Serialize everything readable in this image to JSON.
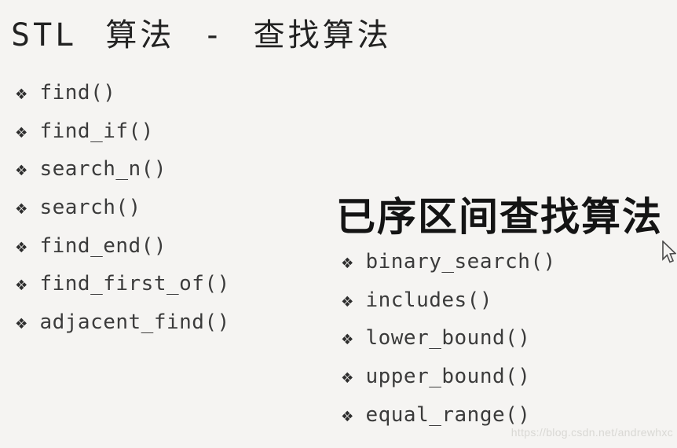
{
  "title": "STL 算法 - 查找算法",
  "left_list": {
    "bullet": "❖",
    "items": [
      "find()",
      "find_if()",
      "search_n()",
      "search()",
      "find_end()",
      "find_first_of()",
      "adjacent_find()"
    ]
  },
  "right_section": {
    "heading": "已序区间查找算法",
    "bullet": "❖",
    "items": [
      "binary_search()",
      "includes()",
      "lower_bound()",
      "upper_bound()",
      "equal_range()"
    ]
  },
  "watermark": "https://blog.csdn.net/andrewhxc",
  "cursor": "arrow-pointer",
  "colors": {
    "background": "#f5f4f2",
    "title_text": "#222222",
    "body_text": "#3b3b3b",
    "heading_text": "#141414",
    "watermark_text": "#d9d8d4"
  }
}
